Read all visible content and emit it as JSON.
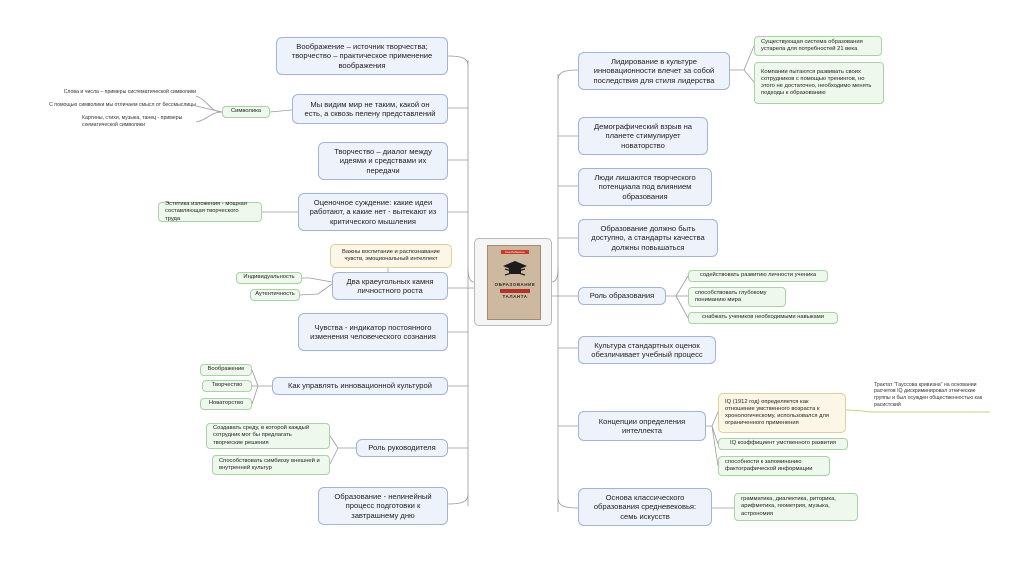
{
  "center": {
    "author": "Кен Робинсон",
    "title_line1": "ОБРАЗОВАНИЕ",
    "title_band": "ПРОТИВ",
    "title_line2": "ТАЛАНТА"
  },
  "left": {
    "imagination": "Воображение – источник творчества; творчество – практическое применение воображения",
    "world": "Мы видим мир не таким, какой он есть, а сквозь пелену представлений",
    "symbolism": "Символика",
    "sym_words": "Слова и числа – примеры систематической символики",
    "sym_meaning": "С помощью символики мы отличаем смысл от бессмыслицы",
    "sym_art": "Картины, стихи, музыка, танец - примеры схематической символики",
    "creativity": "Творчество – диалог между идеями и средствами их передачи",
    "judgement": "Оценочное суждение: какие идеи работают, а какие нет - вытекают из критического мышления",
    "aesthetics": "Эстетика изложения - мощная составляющая творческого труда",
    "two_stones": "Два краеугольных камня личностного роста",
    "upbringing": "Важны воспитание и распознавание чувств, эмоциональный интеллект",
    "individuality": "Индивидуальность",
    "authenticity": "Аутентичность",
    "feelings": "Чувства - индикатор постоянного изменения человеческого сознания",
    "manage": "Как управлять инновационной культурой",
    "m_imagination": "Воображение",
    "m_creativity": "Творчество",
    "m_innovation": "Новаторство",
    "leader": "Роль руководителя",
    "l_env": "Создавать среду, в которой каждый сотрудник мог бы предлагать творческие решения",
    "l_symbiosis": "Способствовать симбиозу внешней и внутренней культур",
    "nonlinear": "Образование - нелинейный процесс подготовки к завтрашнему дню"
  },
  "right": {
    "leadership": "Лидирование в культуре инновационности влечет за собой последствия для стиля лидерства",
    "existing": "Существующая система образования устарела для потребностей 21 века",
    "companies": "Компании пытаются развивать своих сотрудников с помощью тренингов, но этого не достаточно, необходимо менять подходы к образованию",
    "demography": "Демографический взрыв на планете стимулирует новаторство",
    "deprived": "Люди лишаются творческого потенциала под влиянием образования",
    "accessible": "Образование должно быть доступно, а стандарты качества должны повышаться",
    "role": "Роль образования",
    "r1": "содействовать развитию личности ученика",
    "r2": "способствовать глубокому пониманию мира",
    "r3": "снабжать учеников необходимыми навыками",
    "standard": "Культура стандартных оценок обезличивает учебный процесс",
    "concepts": "Концепции определения интеллекта",
    "iq1912": "IQ (1912 год) определяется как отношение умственного возраста к хронологическому, использовался для ограниченного применения",
    "gauss": "Трактат \"Гауссова кривизна\" на основании расчетов IQ дискриминировал этнические группы и был осужден общественностью как расистский",
    "iqcoef": "IQ коэффициент умственного развития",
    "ability": "способности к запоминанию фактографической информации",
    "classical": "Основа классического образования средневековья: семь искусств",
    "arts": "грамматика, диалектика, риторика, арифметика, геометрия, музыка, астрономия"
  },
  "colors": {
    "main_fill": "#eef3fb",
    "main_border": "#9fb4d6",
    "sub_fill": "#eef8ec",
    "sub_border": "#a9d3a4",
    "note_fill": "#fbf6e6",
    "line": "#9a9a9a",
    "gauss_line": "#b5c45a"
  }
}
